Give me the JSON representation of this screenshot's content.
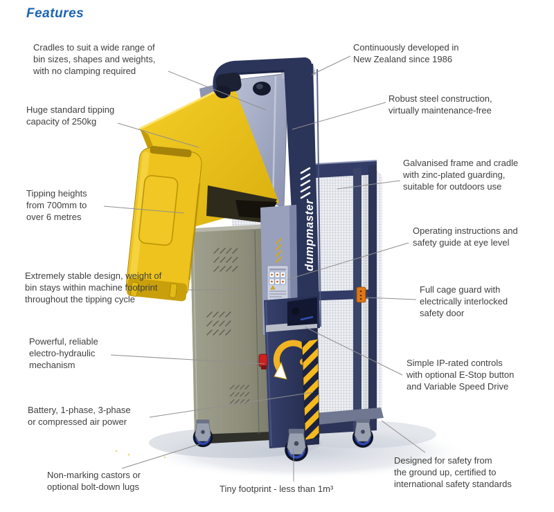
{
  "header": {
    "title": "Features",
    "title_color": "#1a64b4"
  },
  "callouts": {
    "cradles": {
      "text": "Cradles to suit a wide range of\nbin sizes, shapes and weights,\nwith no clamping required"
    },
    "developed": {
      "text": "Continuously developed in\nNew Zealand since 1986"
    },
    "capacity": {
      "text": "Huge standard tipping\ncapacity of 250kg"
    },
    "steel": {
      "text": "Robust steel construction,\nvirtually maintenance-free"
    },
    "galvanised": {
      "text": "Galvanised frame and cradle\nwith zinc-plated guarding,\nsuitable for outdoors use"
    },
    "heights": {
      "text": "Tipping heights\nfrom 700mm to\nover 6 metres"
    },
    "instructions": {
      "text": "Operating instructions and\nsafety guide at eye level"
    },
    "stable": {
      "text": "Extremely stable design, weight of\nbin stays within machine footprint\nthroughout the tipping cycle"
    },
    "cage": {
      "text": "Full cage guard with\nelectrically interlocked\nsafety door"
    },
    "hydraulic": {
      "text": "Powerful, reliable\nelectro-hydraulic\nmechanism"
    },
    "controls": {
      "text": "Simple IP-rated controls\nwith optional E-Stop button\nand Variable Speed Drive"
    },
    "power": {
      "text": "Battery, 1-phase, 3-phase\nor compressed air power"
    },
    "castors": {
      "text": "Non-marking castors or\noptional bolt-down lugs"
    },
    "footprint": {
      "text": "Tiny footprint - less than 1m³"
    },
    "safety": {
      "text": "Designed for safety from\nthe ground up, certified to\ninternational safety standards"
    }
  },
  "machine": {
    "brand": "dumpmaster",
    "colors": {
      "navy": "#2b3459",
      "yellow": "#eec31d",
      "cabinet_grey": "#90907e",
      "cradle_grey": "#aab2ca",
      "mesh_line_grey": "#9ba3b2",
      "latch_orange": "#df7817",
      "estop_red": "#cf2020",
      "castor_blue": "#2f49b4",
      "hazard_yellow": "#f5b91e",
      "leader_line_grey": "#8f8f8f"
    }
  }
}
